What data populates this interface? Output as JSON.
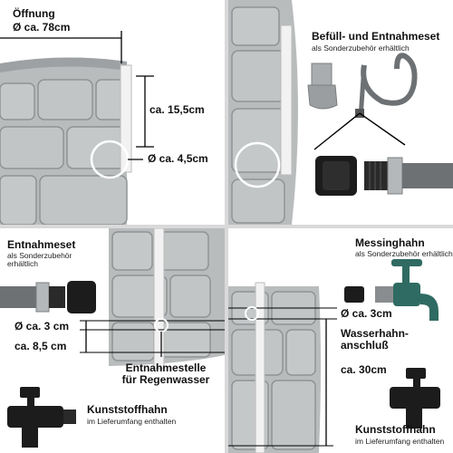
{
  "panel1": {
    "heading": "Öffnung",
    "diameter": "Ø ca. 78cm",
    "height": "ca. 15,5cm",
    "hole": "Ø ca. 4,5cm"
  },
  "panel2": {
    "heading": "Befüll- und Entnahmeset",
    "note": "als Sonderzubehör erhältlich"
  },
  "panel3": {
    "heading": "Entnahmeset",
    "note": "als Sonderzubehör erhältlich",
    "dim_small": "Ø ca. 3 cm",
    "dim_height": "ca. 8,5 cm",
    "outlet": "Entnahmestelle für Regenwasser",
    "tap": "Kunststoffhahn",
    "tap_note": "im Lieferumfang enthalten"
  },
  "panel4": {
    "heading": "Messinghahn",
    "note": "als Sonderzubehör erhältlich",
    "dim_small": "Ø ca. 3cm",
    "connector": "Wasserhahn-anschluß",
    "dim_height": "ca. 30cm",
    "tap": "Kunststoffhahn",
    "tap_note": "im Lieferumfang enthalten"
  },
  "colors": {
    "stone": "#b9bcbd",
    "stone_dark": "#8f9395",
    "hose": "#6d7174",
    "tap_green": "#2f6b62"
  }
}
